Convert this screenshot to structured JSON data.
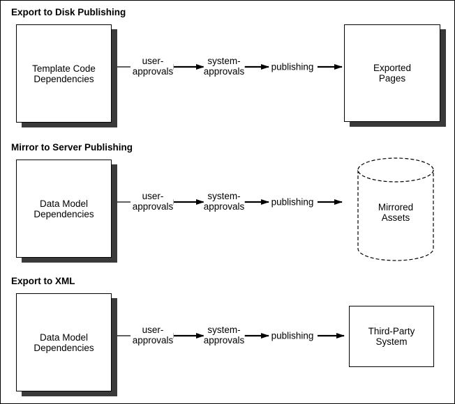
{
  "sections": [
    {
      "title": "Export to Disk Publishing",
      "source": [
        "Template Code",
        "Dependencies"
      ],
      "steps": [
        [
          "user-",
          "approvals"
        ],
        [
          "system-",
          "approvals"
        ],
        [
          "publishing"
        ]
      ],
      "target": [
        "Exported",
        "Pages"
      ],
      "target_shape": "shadow-box"
    },
    {
      "title": "Mirror to Server Publishing",
      "source": [
        "Data Model",
        "Dependencies"
      ],
      "steps": [
        [
          "user-",
          "approvals"
        ],
        [
          "system-",
          "approvals"
        ],
        [
          "publishing"
        ]
      ],
      "target": [
        "Mirrored",
        "Assets"
      ],
      "target_shape": "cylinder"
    },
    {
      "title": "Export to XML",
      "source": [
        "Data Model",
        "Dependencies"
      ],
      "steps": [
        [
          "user-",
          "approvals"
        ],
        [
          "system-",
          "approvals"
        ],
        [
          "publishing"
        ]
      ],
      "target": [
        "Third-Party",
        "System"
      ],
      "target_shape": "plain-box"
    }
  ]
}
